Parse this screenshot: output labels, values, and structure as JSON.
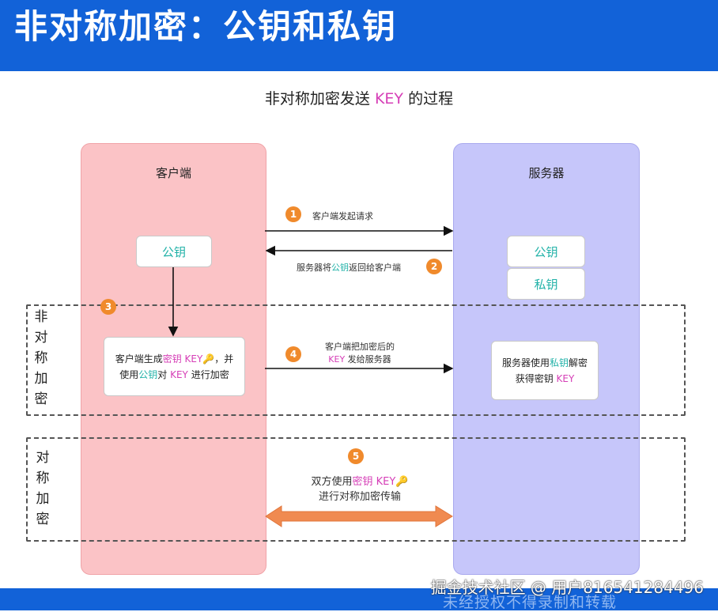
{
  "header": {
    "title": "非对称加密：公钥和私钥"
  },
  "subtitle": {
    "prefix": "非对称加密发送 ",
    "key": "KEY",
    "suffix": " 的过程"
  },
  "client": {
    "title": "客户端",
    "public_key": "公钥",
    "gen_box": {
      "line1_a": "客户端生成",
      "line1_key": "密钥",
      "line1_b": " KEY",
      "line1_c": "，并",
      "line2_a": "使用",
      "line2_pk": "公钥",
      "line2_b": "对 ",
      "line2_key": "KEY",
      "line2_c": " 进行加密"
    }
  },
  "server": {
    "title": "服务器",
    "public_key": "公钥",
    "private_key": "私钥",
    "decrypt_box": {
      "line1_a": "服务器使用",
      "line1_pk": "私钥",
      "line1_b": "解密",
      "line2_a": "获得密钥 ",
      "line2_key": "KEY"
    }
  },
  "steps": [
    {
      "num": "1",
      "text": "客户端发起请求"
    },
    {
      "num": "2",
      "text_a": "服务器将",
      "text_pk": "公钥",
      "text_b": "返回给客户端"
    },
    {
      "num": "3"
    },
    {
      "num": "4",
      "line1": "客户端把加密后的",
      "line2_key": "KEY",
      "line2_b": " 发给服务器"
    },
    {
      "num": "5",
      "line1_a": "双方使用",
      "line1_key": "密钥",
      "line1_b": " KEY",
      "line2": "进行对称加密传输"
    }
  ],
  "sections": {
    "asymmetric": [
      "非",
      "对",
      "称",
      "加",
      "密"
    ],
    "symmetric": [
      "对",
      "称",
      "加",
      "密"
    ]
  },
  "watermark": "掘金技术社区 @ 用户816541284496",
  "footer_text": "未经授权不得录制和转载",
  "colors": {
    "header": "#1262d8",
    "client_lane": "#fbc3c6",
    "server_lane": "#c6c6fa",
    "step_badge": "#f08a2c",
    "key_text": "#d63fb7",
    "public_key_text": "#22b2a8",
    "double_arrow": "#f08a50"
  }
}
